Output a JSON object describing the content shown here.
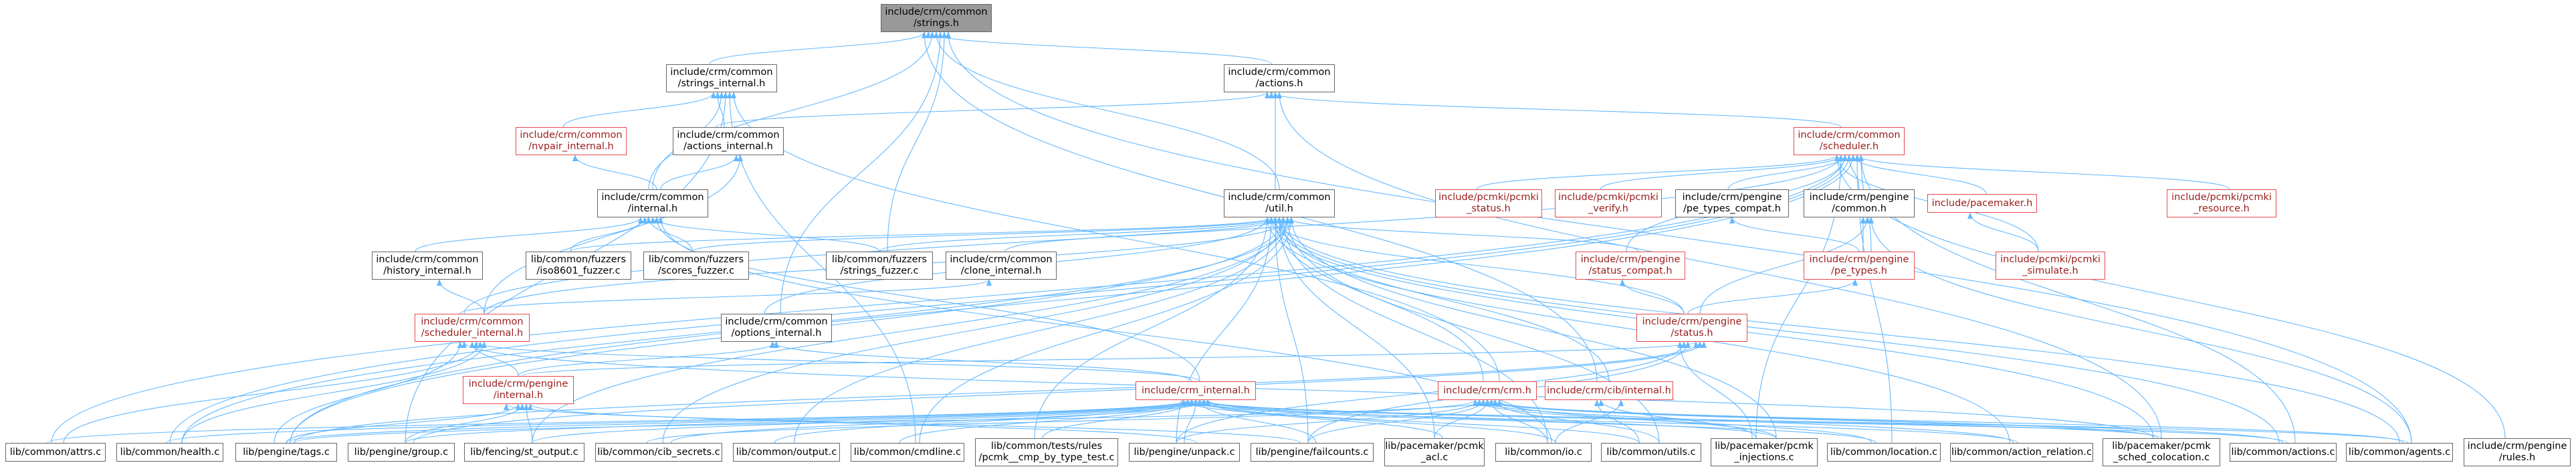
{
  "colors": {
    "edge": "#63b8ff",
    "border_normal": "#666666",
    "border_red": "#e8494d",
    "focus_fill": "#999999"
  },
  "nodes": [
    {
      "id": "strings_h",
      "label": "include/crm/common\n/strings.h",
      "kind": "focus"
    },
    {
      "id": "strings_internal_h",
      "label": "include/crm/common\n/strings_internal.h",
      "kind": "black"
    },
    {
      "id": "actions_h",
      "label": "include/crm/common\n/actions.h",
      "kind": "black"
    },
    {
      "id": "nvpair_internal_h",
      "label": "include/crm/common\n/nvpair_internal.h",
      "kind": "red"
    },
    {
      "id": "actions_internal_h",
      "label": "include/crm/common\n/actions_internal.h",
      "kind": "black"
    },
    {
      "id": "scheduler_h",
      "label": "include/crm/common\n/scheduler.h",
      "kind": "red"
    },
    {
      "id": "internal_h",
      "label": "include/crm/common\n/internal.h",
      "kind": "black"
    },
    {
      "id": "util_h",
      "label": "include/crm/common\n/util.h",
      "kind": "black"
    },
    {
      "id": "pcmki_status_h",
      "label": "include/pcmki/pcmki\n_status.h",
      "kind": "red"
    },
    {
      "id": "pcmki_verify_h",
      "label": "include/pcmki/pcmki\n_verify.h",
      "kind": "red"
    },
    {
      "id": "pe_types_compat_h",
      "label": "include/crm/pengine\n/pe_types_compat.h",
      "kind": "black"
    },
    {
      "id": "pengine_common_h",
      "label": "include/crm/pengine\n/common.h",
      "kind": "black"
    },
    {
      "id": "pacemaker_h",
      "label": "include/pacemaker.h",
      "kind": "red"
    },
    {
      "id": "pcmki_resource_h",
      "label": "include/pcmki/pcmki\n_resource.h",
      "kind": "red"
    },
    {
      "id": "history_internal_h",
      "label": "include/crm/common\n/history_internal.h",
      "kind": "black"
    },
    {
      "id": "iso8601_fuzzer_c",
      "label": "lib/common/fuzzers\n/iso8601_fuzzer.c",
      "kind": "black"
    },
    {
      "id": "scores_fuzzer_c",
      "label": "lib/common/fuzzers\n/scores_fuzzer.c",
      "kind": "black"
    },
    {
      "id": "strings_fuzzer_c",
      "label": "lib/common/fuzzers\n/strings_fuzzer.c",
      "kind": "black"
    },
    {
      "id": "clone_internal_h",
      "label": "include/crm/common\n/clone_internal.h",
      "kind": "black"
    },
    {
      "id": "status_compat_h",
      "label": "include/crm/pengine\n/status_compat.h",
      "kind": "red"
    },
    {
      "id": "pe_types_h",
      "label": "include/crm/pengine\n/pe_types.h",
      "kind": "red"
    },
    {
      "id": "pcmki_simulate_h",
      "label": "include/pcmki/pcmki\n_simulate.h",
      "kind": "red"
    },
    {
      "id": "scheduler_internal_h",
      "label": "include/crm/common\n/scheduler_internal.h",
      "kind": "red"
    },
    {
      "id": "options_internal_h",
      "label": "include/crm/common\n/options_internal.h",
      "kind": "black"
    },
    {
      "id": "pengine_status_h",
      "label": "include/crm/pengine\n/status.h",
      "kind": "red"
    },
    {
      "id": "pengine_internal_h",
      "label": "include/crm/pengine\n/internal.h",
      "kind": "red"
    },
    {
      "id": "crm_internal_h",
      "label": "include/crm_internal.h",
      "kind": "red"
    },
    {
      "id": "crm_h",
      "label": "include/crm/crm.h",
      "kind": "red"
    },
    {
      "id": "cib_internal_h",
      "label": "include/crm/cib/internal.h",
      "kind": "red"
    },
    {
      "id": "attrs_c",
      "label": "lib/common/attrs.c",
      "kind": "black"
    },
    {
      "id": "health_c",
      "label": "lib/common/health.c",
      "kind": "black"
    },
    {
      "id": "tags_c",
      "label": "lib/pengine/tags.c",
      "kind": "black"
    },
    {
      "id": "group_c",
      "label": "lib/pengine/group.c",
      "kind": "black"
    },
    {
      "id": "st_output_c",
      "label": "lib/fencing/st_output.c",
      "kind": "black"
    },
    {
      "id": "cib_secrets_c",
      "label": "lib/common/cib_secrets.c",
      "kind": "black"
    },
    {
      "id": "output_c",
      "label": "lib/common/output.c",
      "kind": "black"
    },
    {
      "id": "cmdline_c",
      "label": "lib/common/cmdline.c",
      "kind": "black"
    },
    {
      "id": "pcmk_cmp_test_c",
      "label": "lib/common/tests/rules\n/pcmk__cmp_by_type_test.c",
      "kind": "black"
    },
    {
      "id": "unpack_c",
      "label": "lib/pengine/unpack.c",
      "kind": "black"
    },
    {
      "id": "failcounts_c",
      "label": "lib/pengine/failcounts.c",
      "kind": "black"
    },
    {
      "id": "pcmk_acl_c",
      "label": "lib/pacemaker/pcmk\n_acl.c",
      "kind": "black"
    },
    {
      "id": "io_c",
      "label": "lib/common/io.c",
      "kind": "black"
    },
    {
      "id": "utils_c",
      "label": "lib/common/utils.c",
      "kind": "black"
    },
    {
      "id": "pcmk_injections_c",
      "label": "lib/pacemaker/pcmk\n_injections.c",
      "kind": "black"
    },
    {
      "id": "location_c",
      "label": "lib/common/location.c",
      "kind": "black"
    },
    {
      "id": "action_relation_c",
      "label": "lib/common/action_relation.c",
      "kind": "black"
    },
    {
      "id": "pcmk_sched_colocation_c",
      "label": "lib/pacemaker/pcmk\n_sched_colocation.c",
      "kind": "black"
    },
    {
      "id": "common_actions_c",
      "label": "lib/common/actions.c",
      "kind": "black"
    },
    {
      "id": "agents_c",
      "label": "lib/common/agents.c",
      "kind": "black"
    },
    {
      "id": "pengine_rules_h",
      "label": "include/crm/pengine\n/rules.h",
      "kind": "black"
    }
  ]
}
